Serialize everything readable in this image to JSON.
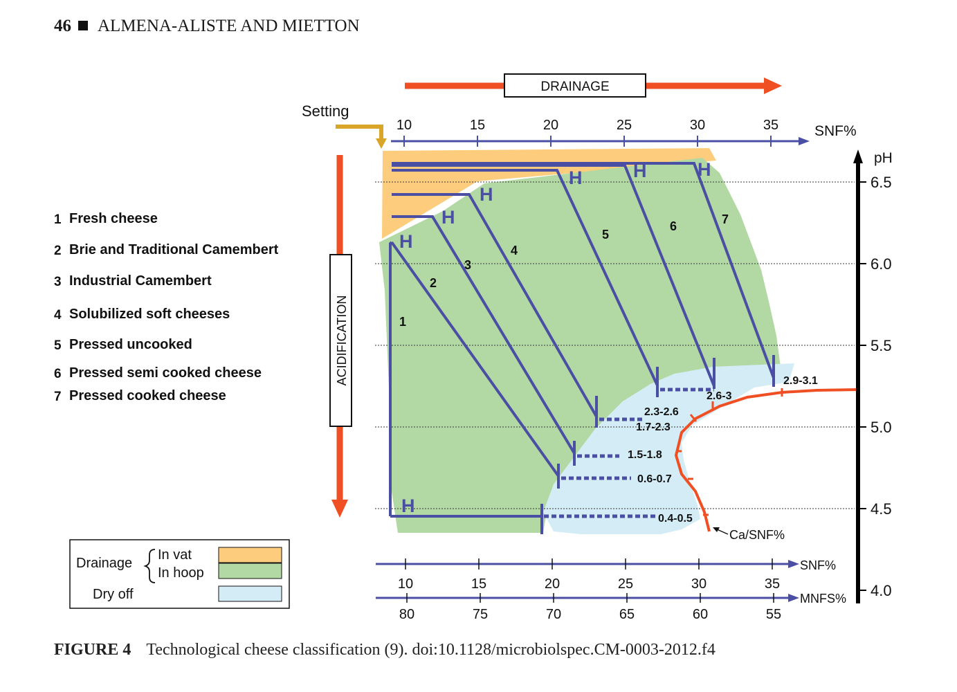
{
  "header": {
    "page_number": "46",
    "running_title": "ALMENA-ALISTE AND MIETTON"
  },
  "caption": {
    "label": "FIGURE 4",
    "text": "Technological cheese classification (9). doi:10.1128/microbiolspec.CM-0003-2012.f4"
  },
  "colors": {
    "in_vat": "#fdcd7d",
    "in_hoop": "#b2d8a4",
    "dry_off": "#d4ecf5",
    "process_line": "#4a4fa3",
    "arrow": "#ef4f23",
    "setting_arrow": "#d9a62a"
  },
  "figure": {
    "drainage_label": "DRAINAGE",
    "acidification_label": "ACIDIFICATION",
    "setting_label": "Setting",
    "ph_axis_label": "pH",
    "snf_label": "SNF%",
    "mnfs_label": "MNFS%",
    "ca_snf_label": "Ca/SNF%",
    "hoop_marker": "H",
    "top_snf_ticks": [
      "10",
      "15",
      "20",
      "25",
      "30",
      "35"
    ],
    "bottom_snf_ticks": [
      "10",
      "15",
      "20",
      "25",
      "30",
      "35"
    ],
    "mnfs_ticks": [
      "80",
      "75",
      "70",
      "65",
      "60",
      "55"
    ],
    "ph_ticks": [
      "6.5",
      "6.0",
      "5.5",
      "5.0",
      "4.5",
      "4.0"
    ],
    "ratio_labels": [
      "2.9-3.1",
      "2.6-3",
      "2.3-2.6",
      "1.7-2.3",
      "1.5-1.8",
      "0.6-0.7",
      "0.4-0.5"
    ],
    "line_numbers": [
      "1",
      "2",
      "3",
      "4",
      "5",
      "6",
      "7"
    ]
  },
  "legend_list": [
    {
      "num": "1",
      "label": "Fresh cheese"
    },
    {
      "num": "2",
      "label": "Brie and Traditional  Camembert"
    },
    {
      "num": "3",
      "label": "Industrial Camembert"
    },
    {
      "num": "4",
      "label": "Solubilized soft cheeses"
    },
    {
      "num": "5",
      "label": "Pressed uncooked"
    },
    {
      "num": "6",
      "label": "Pressed semi cooked cheese"
    },
    {
      "num": "7",
      "label": "Pressed cooked cheese"
    }
  ],
  "legend_box": {
    "drainage": "Drainage",
    "in_vat": "In vat",
    "in_hoop": "In hoop",
    "dry_off": "Dry off"
  }
}
